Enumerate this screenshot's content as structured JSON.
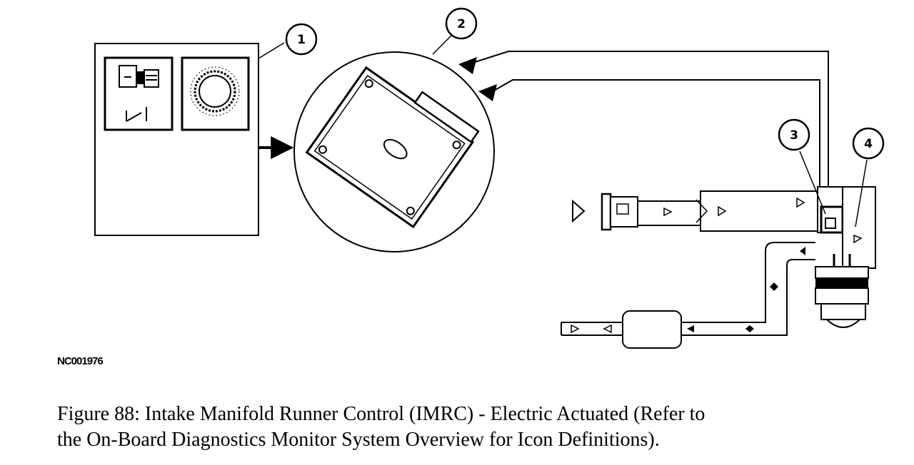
{
  "callouts": [
    {
      "id": "1",
      "label": "1"
    },
    {
      "id": "2",
      "label": "2"
    },
    {
      "id": "3",
      "label": "3"
    },
    {
      "id": "4",
      "label": "4"
    }
  ],
  "reference_code": "NC001976",
  "caption": {
    "line1": "Figure 88: Intake Manifold Runner Control (IMRC) - Electric Actuated (Refer to",
    "line2": "the On-Board Diagnostics Monitor System Overview for Icon Definitions)."
  },
  "icons": {
    "input_1": "throttle-sensor-icon",
    "input_2": "crankshaft-reluctor-ring-icon",
    "module": "powertrain-control-module-icon",
    "actuator": "imrc-actuator-icon",
    "valve": "runner-control-valve-icon"
  },
  "colors": {
    "ink": "#000000",
    "paper": "#ffffff"
  }
}
